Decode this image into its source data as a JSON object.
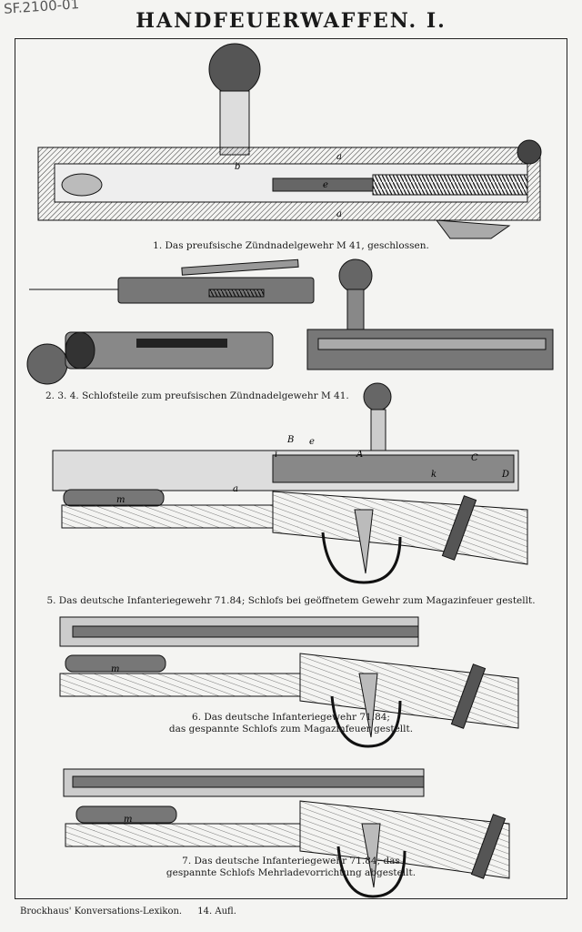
{
  "margin_note": "SF.2100-01",
  "title": "HANDFEUERWAFFEN. I.",
  "captions": {
    "fig1": "1. Das preufsische Zündnadelgewehr M 41, geschlossen.",
    "fig234": "2. 3. 4. Schlofsteile zum preufsischen Zündnadelgewehr M 41.",
    "fig5": "5. Das deutsche Infanteriegewehr 71.84; Schlofs bei geöffnetem Gewehr zum Magazinfeuer gestellt.",
    "fig6_line1": "6. Das deutsche Infanteriegewehr 71.84;",
    "fig6_line2": "das gespannte Schlofs zum Magazinfeuer gestellt.",
    "fig7_line1": "7. Das deutsche Infanteriegewehr 71.84; das",
    "fig7_line2": "gespannte Schlofs Mehrladevorrichtung abgestellt."
  },
  "labels": {
    "fig1": [
      "a",
      "b",
      "e",
      "a"
    ],
    "fig5": [
      "B",
      "e",
      "i",
      "A",
      "C",
      "k",
      "D",
      "m",
      "a"
    ],
    "fig6": [
      "m"
    ],
    "fig7": [
      "m"
    ]
  },
  "footer": {
    "publication": "Brockhaus' Konversations-Lexikon.",
    "edition": "14. Aufl."
  }
}
